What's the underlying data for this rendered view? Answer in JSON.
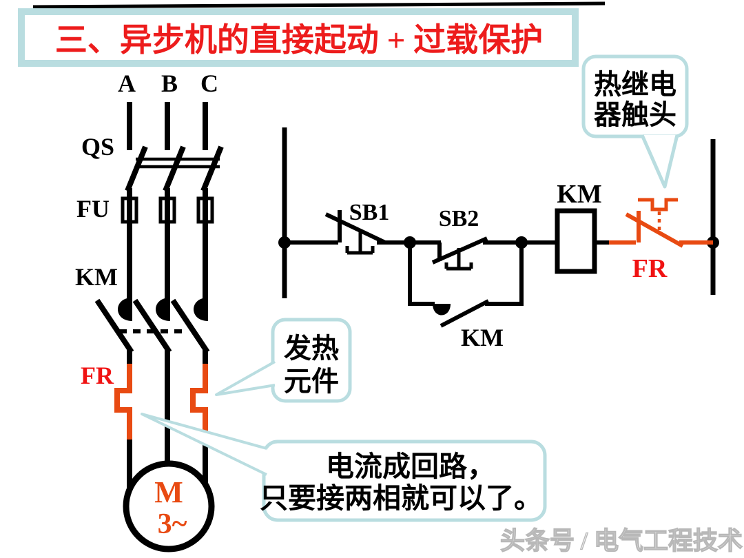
{
  "title": {
    "text": "三、异步机的直接起动 + 过载保护"
  },
  "colors": {
    "title_red": "#ed1c1c",
    "circuit_black": "#000000",
    "element_orange": "#e84a12",
    "label_red": "#f01212",
    "callout_border": "#b9dde0",
    "watermark_gray": "#c9c9c9",
    "background": "#ffffff"
  },
  "power_circuit": {
    "phase_labels": [
      "A",
      "B",
      "C"
    ],
    "switch_label": "QS",
    "fuse_label": "FU",
    "contactor_label": "KM",
    "thermal_label": "FR",
    "motor_label": "M",
    "motor_phases": "3~"
  },
  "control_circuit": {
    "stop_button_label": "SB1",
    "start_button_label": "SB2",
    "aux_contact_label": "KM",
    "coil_label": "KM",
    "thermal_contact_label": "FR"
  },
  "callouts": {
    "thermal_contact": {
      "lines": [
        "热继电",
        "器触头"
      ]
    },
    "heating_element": {
      "lines": [
        "发热",
        "元件"
      ]
    },
    "loop_note": {
      "lines": [
        "电流成回路，",
        "只要接两相就可以了。"
      ]
    }
  },
  "watermark": {
    "text": "头条号 / 电气工程技术"
  }
}
